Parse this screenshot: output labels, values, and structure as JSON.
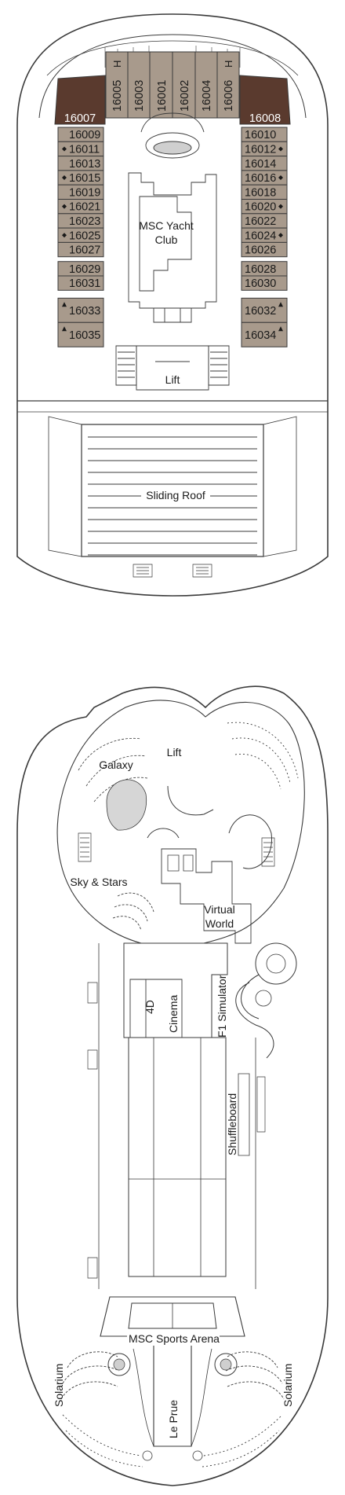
{
  "upper_deck": {
    "cabins": {
      "bow_dark": [
        "16007",
        "16008"
      ],
      "top_row": [
        {
          "num": "16005",
          "marker": "H"
        },
        {
          "num": "16003",
          "marker": ""
        },
        {
          "num": "16001",
          "marker": ""
        },
        {
          "num": "16002",
          "marker": ""
        },
        {
          "num": "16004",
          "marker": ""
        },
        {
          "num": "16006",
          "marker": "H"
        }
      ],
      "left_column": [
        {
          "num": "16009",
          "marker": ""
        },
        {
          "num": "16011",
          "marker": "diamond"
        },
        {
          "num": "16013",
          "marker": ""
        },
        {
          "num": "16015",
          "marker": "diamond"
        },
        {
          "num": "16019",
          "marker": ""
        },
        {
          "num": "16021",
          "marker": "diamond"
        },
        {
          "num": "16023",
          "marker": ""
        },
        {
          "num": "16025",
          "marker": "diamond"
        },
        {
          "num": "16027",
          "marker": ""
        },
        {
          "num": "16029",
          "marker": ""
        },
        {
          "num": "16031",
          "marker": ""
        },
        {
          "num": "16033",
          "marker": "triangle"
        },
        {
          "num": "16035",
          "marker": "triangle"
        }
      ],
      "right_column": [
        {
          "num": "16010",
          "marker": ""
        },
        {
          "num": "16012",
          "marker": "diamond"
        },
        {
          "num": "16014",
          "marker": ""
        },
        {
          "num": "16016",
          "marker": "diamond"
        },
        {
          "num": "16018",
          "marker": ""
        },
        {
          "num": "16020",
          "marker": "diamond"
        },
        {
          "num": "16022",
          "marker": ""
        },
        {
          "num": "16024",
          "marker": "diamond"
        },
        {
          "num": "16026",
          "marker": ""
        },
        {
          "num": "16028",
          "marker": ""
        },
        {
          "num": "16030",
          "marker": ""
        },
        {
          "num": "16032",
          "marker": "triangle"
        },
        {
          "num": "16034",
          "marker": "triangle"
        }
      ]
    },
    "labels": {
      "yacht_club_line1": "MSC Yacht",
      "yacht_club_line2": "Club",
      "lift": "Lift",
      "sliding_roof": "Sliding Roof"
    }
  },
  "lower_deck": {
    "labels": {
      "galaxy": "Galaxy",
      "lift": "Lift",
      "sky_stars": "Sky & Stars",
      "virtual_world_line1": "Virtual",
      "virtual_world_line2": "World",
      "f1_simulator": "F1 Simulator",
      "cinema": "Cinema",
      "cinema_4d": "4D",
      "shuffleboard": "Shuffleboard",
      "sports_arena": "MSC Sports Arena",
      "solarium_left": "Solarium",
      "solarium_right": "Solarium",
      "le_prue": "Le Prue"
    }
  },
  "colors": {
    "cabin_fill": "#a89a8c",
    "cabin_dark": "#5a3a2e",
    "outline": "#3a3a3a",
    "background": "#ffffff"
  }
}
